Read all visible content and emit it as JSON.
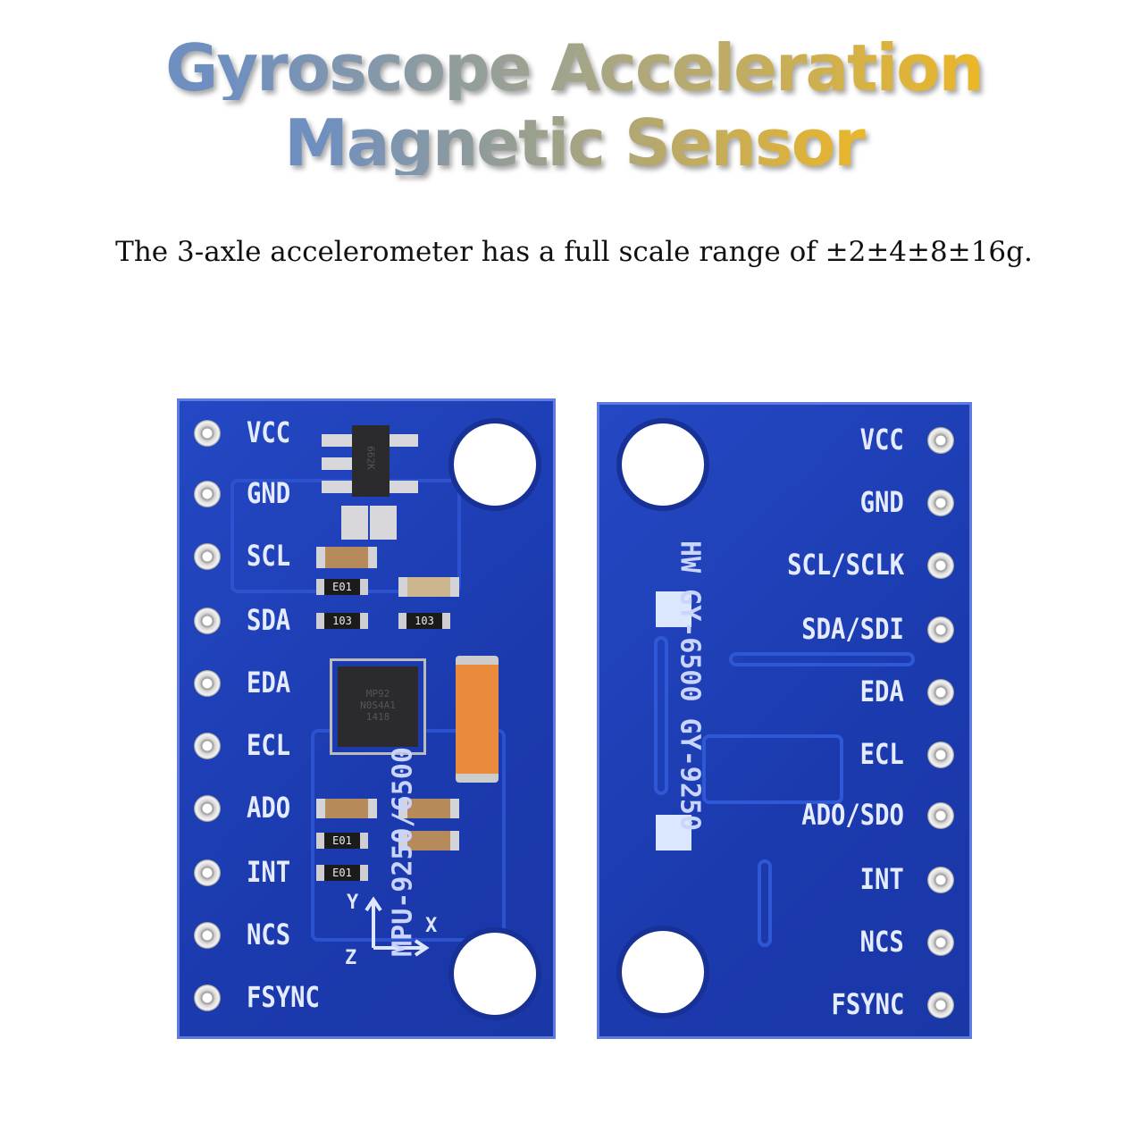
{
  "title": {
    "line1": "Gyroscope Acceleration",
    "line2": "Magnetic Sensor",
    "gradient_start": "#6f8fc0",
    "gradient_end": "#eab62a"
  },
  "subtitle": "The 3-axle accelerometer has a full scale range of ±2±4±8±16g.",
  "front_board": {
    "pins": [
      "VCC",
      "GND",
      "SCL",
      "SDA",
      "EDA",
      "ECL",
      "ADO",
      "INT",
      "NCS",
      "FSYNC"
    ],
    "model_label": "MPU-9250/6500",
    "axis_labels": {
      "y": "Y",
      "x": "X",
      "z": "Z"
    },
    "component_marks": {
      "regulator": "662K",
      "res1": "E01",
      "res2": "103",
      "res3": "103",
      "res4": "E01",
      "res5": "E01",
      "chip": [
        "MP92",
        "N0S4A1",
        "1418"
      ]
    },
    "color": "#1f3fb8"
  },
  "back_board": {
    "pins": [
      "VCC",
      "GND",
      "SCL/SCLK",
      "SDA/SDI",
      "EDA",
      "ECL",
      "ADO/SDO",
      "INT",
      "NCS",
      "FSYNC"
    ],
    "model_label": "HW GY-6500 GY-9250"
  }
}
